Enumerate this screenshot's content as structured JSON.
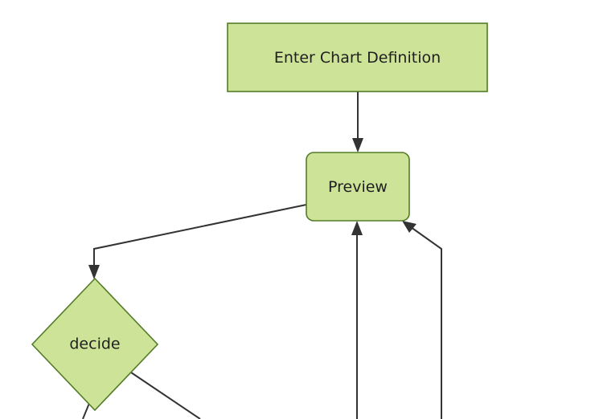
{
  "diagram": {
    "type": "flowchart",
    "background_color": "#ffffff",
    "node_fill_color": "#cde498",
    "node_stroke_color": "#537c28",
    "edge_color": "#333333",
    "text_color": "#1f1f1f",
    "nodes": [
      {
        "id": "enter-chart-definition",
        "label": "Enter Chart Definition",
        "shape": "rectangle"
      },
      {
        "id": "preview",
        "label": "Preview",
        "shape": "rounded-rectangle"
      },
      {
        "id": "decide",
        "label": "decide",
        "shape": "diamond"
      }
    ],
    "edges": [
      {
        "id": "edge-enter-to-preview",
        "from": "enter-chart-definition",
        "to": "preview",
        "label": ""
      },
      {
        "id": "edge-preview-to-decide",
        "from": "preview",
        "to": "decide",
        "label": ""
      },
      {
        "id": "edge-center-to-preview",
        "from": "",
        "to": "preview",
        "label": ""
      },
      {
        "id": "edge-right-to-preview",
        "from": "",
        "to": "preview",
        "label": ""
      },
      {
        "id": "edge-decide-bottom",
        "from": "decide",
        "to": "",
        "label": ""
      },
      {
        "id": "edge-decide-right",
        "from": "decide",
        "to": "",
        "label": ""
      }
    ]
  }
}
